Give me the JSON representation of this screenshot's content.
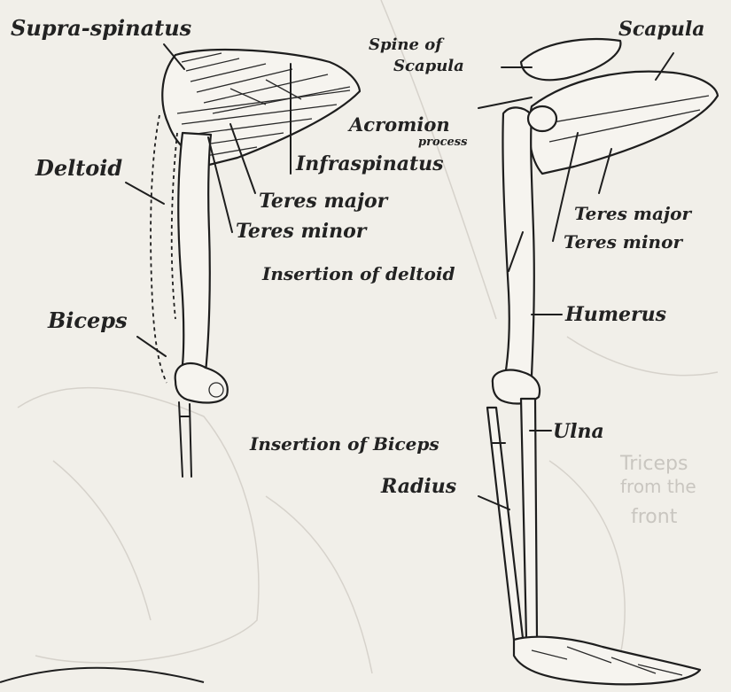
{
  "left_figure": {
    "labels": {
      "supraspinatus": "Supra-spinatus",
      "infraspinatus": "Infraspinatus",
      "teres_major": "Teres major",
      "teres_minor": "Teres minor",
      "deltoid": "Deltoid",
      "biceps": "Biceps"
    }
  },
  "right_figure": {
    "labels": {
      "spine_of_scapula_1": "Spine of",
      "spine_of_scapula_2": "Scapula",
      "scapula": "Scapula",
      "acromion_1": "Acromion",
      "acromion_2": "process",
      "teres_major": "Teres major",
      "teres_minor": "Teres minor",
      "insertion_deltoid": "Insertion of deltoid",
      "humerus": "Humerus",
      "ulna": "Ulna",
      "insertion_biceps": "Insertion of Biceps",
      "radius": "Radius"
    }
  },
  "background_sketch": {
    "line1": "Triceps",
    "line2": "from the",
    "line3": "front"
  }
}
